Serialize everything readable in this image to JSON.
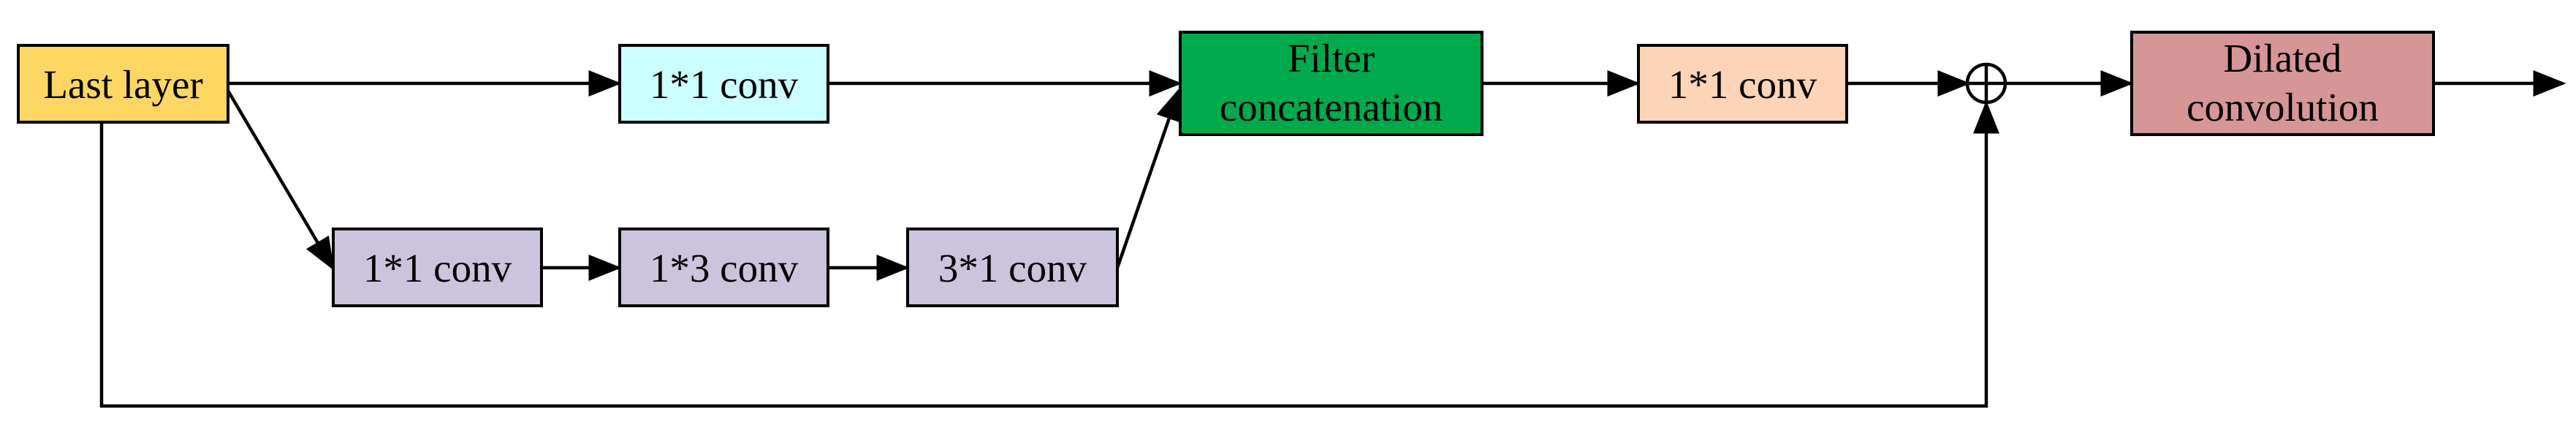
{
  "colors": {
    "last_layer": "#FDD663",
    "conv_cyan": "#CCFFFF",
    "conv_purple": "#CCC4DC",
    "filter_concat": "#00AA4C",
    "conv_peach": "#FCD4B8",
    "dilated": "#D69696",
    "stroke": "#000000"
  },
  "nodes": {
    "last_layer": {
      "lines": [
        "Last layer"
      ]
    },
    "conv_1x1_top": {
      "lines": [
        "1*1 conv"
      ]
    },
    "conv_1x1_bottom": {
      "lines": [
        "1*1 conv"
      ]
    },
    "conv_1x3": {
      "lines": [
        "1*3 conv"
      ]
    },
    "conv_3x1": {
      "lines": [
        "3*1 conv"
      ]
    },
    "filter_concat": {
      "lines": [
        "Filter",
        "concatenation"
      ]
    },
    "conv_1x1_after": {
      "lines": [
        "1*1 conv"
      ]
    },
    "sum_node": {
      "symbol": "add-circle"
    },
    "dilated_conv": {
      "lines": [
        "Dilated",
        "convolution"
      ]
    }
  },
  "edges": [
    {
      "from": "last_layer",
      "to": "conv_1x1_top"
    },
    {
      "from": "conv_1x1_top",
      "to": "filter_concat"
    },
    {
      "from": "last_layer",
      "to": "conv_1x1_bottom"
    },
    {
      "from": "conv_1x1_bottom",
      "to": "conv_1x3"
    },
    {
      "from": "conv_1x3",
      "to": "conv_3x1"
    },
    {
      "from": "conv_3x1",
      "to": "filter_concat"
    },
    {
      "from": "filter_concat",
      "to": "conv_1x1_after"
    },
    {
      "from": "conv_1x1_after",
      "to": "sum_node"
    },
    {
      "from": "last_layer",
      "to": "sum_node",
      "kind": "skip"
    },
    {
      "from": "sum_node",
      "to": "dilated_conv"
    },
    {
      "from": "dilated_conv",
      "to": "output"
    }
  ]
}
